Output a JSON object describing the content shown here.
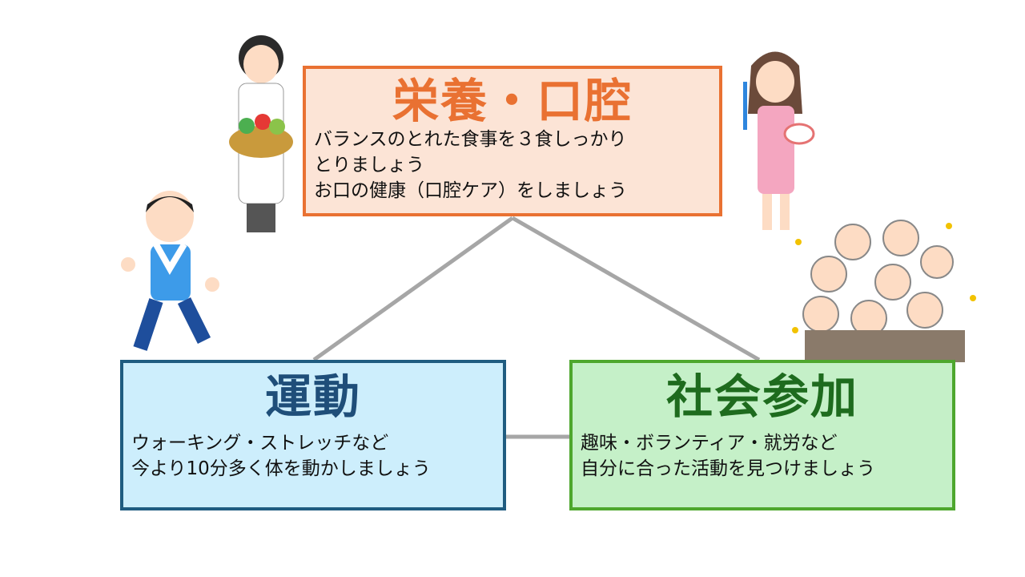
{
  "boxes": {
    "nutrition": {
      "title": "栄養・口腔",
      "lines": [
        "バランスのとれた食事を３食しっかり",
        "とりましょう",
        "お口の健康（口腔ケア）をしましょう"
      ]
    },
    "exercise": {
      "title": "運動",
      "lines": [
        "ウォーキング・ストレッチなど",
        "今より10分多く体を動かしましょう"
      ]
    },
    "social": {
      "title": "社会参加",
      "lines": [
        "趣味・ボランティア・就労など",
        "自分に合った活動を見つけましょう"
      ]
    }
  },
  "colors": {
    "nutrition_border": "#E97132",
    "exercise_border": "#1F5C80",
    "social_border": "#4EA72E",
    "connector": "#A6A6A6"
  }
}
